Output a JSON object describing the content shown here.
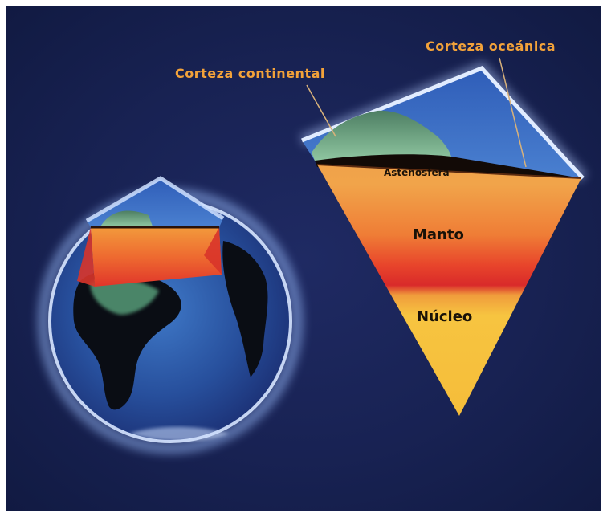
{
  "labels": {
    "continental_crust": "Corteza continental",
    "oceanic_crust": "Corteza oceánica",
    "asthenosphere": "Astenosfera",
    "mantle": "Manto",
    "core": "Núcleo"
  },
  "colors": {
    "background": "#1a2458",
    "label": "#f2a23a",
    "glow": "#bcd2ff",
    "mantle_red": "#e3262b",
    "core_yellow": "#f5c23a"
  }
}
